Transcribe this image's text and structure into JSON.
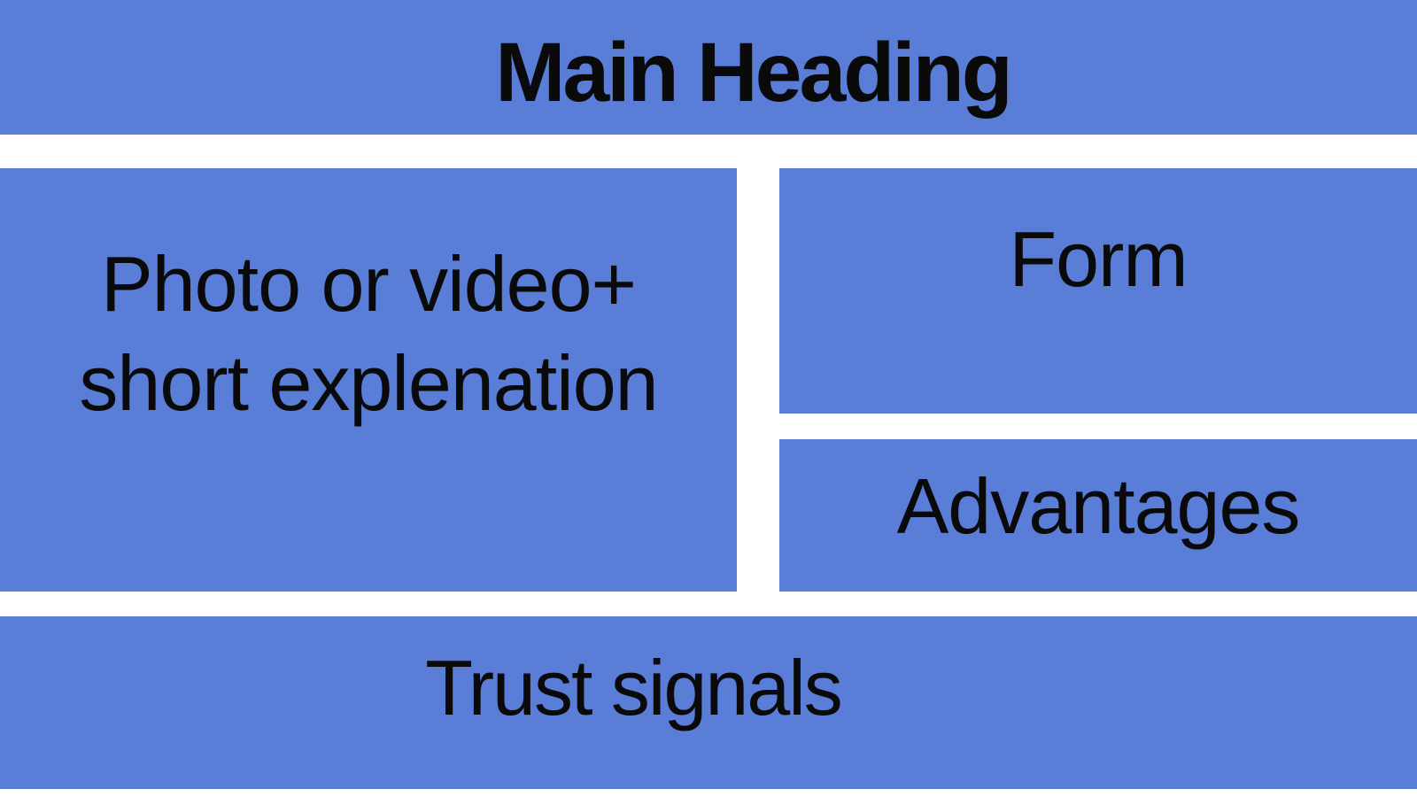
{
  "colors": {
    "block_blue": "#5a7dd8",
    "background": "#ffffff",
    "text": "#0a0a0a"
  },
  "blocks": {
    "header": {
      "label": "Main Heading"
    },
    "media": {
      "label_line1": "Photo or video+",
      "label_line2": "short explenation"
    },
    "form": {
      "label": "Form"
    },
    "advantages": {
      "label": "Advantages"
    },
    "trust": {
      "label": "Trust signals"
    }
  }
}
